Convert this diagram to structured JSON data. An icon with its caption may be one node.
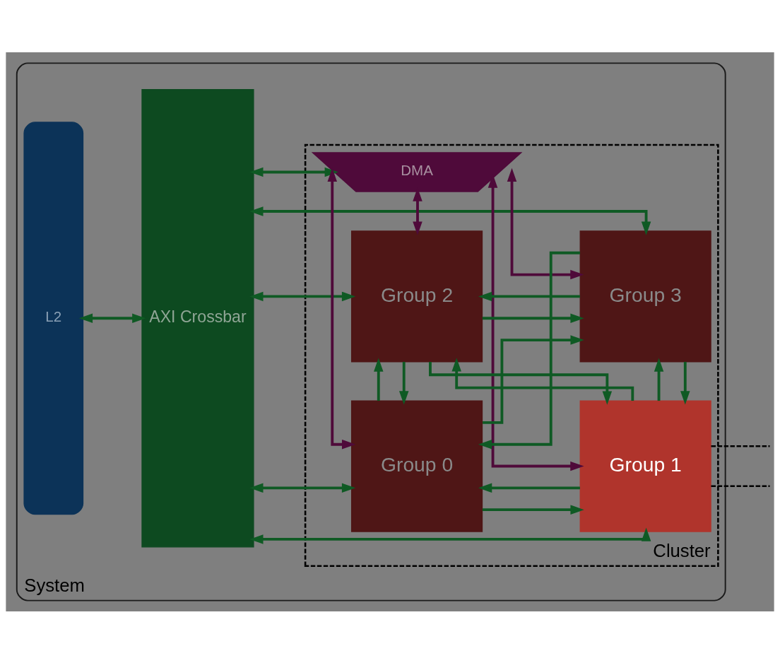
{
  "diagram": {
    "nodes": [
      {
        "text": [
          "System"
        ]
      },
      {
        "text": [
          "L2"
        ],
        "in": 0
      },
      {
        "text": [
          "AXI Crossbar"
        ],
        "in": 0
      },
      {
        "text": [
          "Cluster"
        ],
        "in": 0
      },
      {
        "text": [
          "DMA"
        ],
        "in": 3
      },
      {
        "text": [
          "Group 0"
        ],
        "in": 3
      },
      {
        "text": [
          "Group 1"
        ],
        "in": 3
      },
      {
        "text": [
          "Group 2"
        ],
        "in": 3
      },
      {
        "text": [
          "Group 3"
        ],
        "in": 3
      }
    ],
    "edges": [
      {
        "from": 1,
        "to": 2,
        "arrow": "both"
      },
      {
        "from": 2,
        "to": 4,
        "arrow": "both"
      },
      {
        "from": 2,
        "to": 6,
        "arrow": "both"
      },
      {
        "from": 2,
        "to": 5,
        "arrow": "both"
      },
      {
        "from": 2,
        "to": 7,
        "arrow": "both"
      },
      {
        "from": 2,
        "to": 8,
        "arrow": "both"
      },
      {
        "from": 4,
        "to": 5,
        "arrow": "both",
        "color": "#4f0a3a"
      },
      {
        "from": 4,
        "to": 6,
        "arrow": "both",
        "color": "#4f0a3a"
      },
      {
        "from": 4,
        "to": 7,
        "arrow": "both",
        "color": "#4f0a3a"
      },
      {
        "from": 4,
        "to": 8,
        "arrow": "both",
        "color": "#4f0a3a"
      },
      {
        "from": 5,
        "to": 6,
        "arrow": "to"
      },
      {
        "from": 6,
        "to": 5,
        "arrow": "to"
      },
      {
        "from": 5,
        "to": 7,
        "arrow": "to"
      },
      {
        "from": 7,
        "to": 5,
        "arrow": "to"
      },
      {
        "from": 6,
        "to": 8,
        "arrow": "to"
      },
      {
        "from": 8,
        "to": 6,
        "arrow": "to"
      },
      {
        "from": 7,
        "to": 8,
        "arrow": "to"
      },
      {
        "from": 8,
        "to": 7,
        "arrow": "to"
      },
      {
        "from": 5,
        "to": 8,
        "arrow": "to"
      },
      {
        "from": 8,
        "to": 5,
        "arrow": "to"
      },
      {
        "from": 6,
        "to": 7,
        "arrow": "to"
      },
      {
        "from": 7,
        "to": 6,
        "arrow": "to"
      },
      {
        "from": 6,
        "to": null,
        "arrow": "none",
        "style": "dashed",
        "color": "#000000"
      },
      {
        "from": 6,
        "to": null,
        "arrow": "none",
        "style": "dashed",
        "color": "#000000"
      }
    ]
  }
}
